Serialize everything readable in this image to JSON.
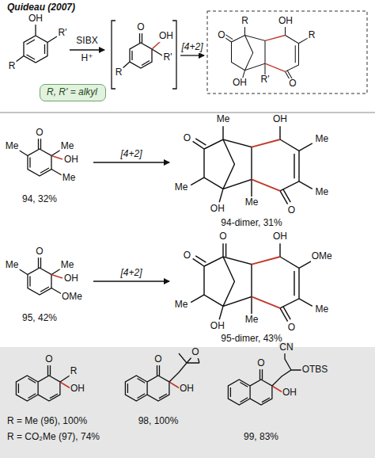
{
  "diagram": {
    "title": "Quideau (2007)",
    "nodes": [
      {
        "text": [
          "R, R' = alkyl"
        ]
      }
    ],
    "labels": [
      "OH",
      "R'",
      "R",
      "SIBX",
      "H⁺",
      "O",
      "OH",
      "R'",
      "R",
      "[4+2]",
      "O",
      "R",
      "OH",
      "R",
      "R'",
      "OH",
      "O",
      "[4+2]",
      "O",
      "Me",
      "Me",
      "OH",
      "Me",
      "94, 32%",
      "O",
      "Me",
      "OH",
      "Me",
      "Me",
      "Me",
      "Me",
      "OH",
      "O",
      "94-dimer, 31%",
      "[4+2]",
      "O",
      "Me",
      "Me",
      "OH",
      "OMe",
      "95, 42%",
      "O",
      "O",
      "OH",
      "OMe",
      "Me",
      "Me",
      "Me",
      "OH",
      "O",
      "95-dimer, 43%",
      "O",
      "R",
      "OH",
      "R = Me (96), 100%",
      "R = CO₂Me (97), 74%",
      "O",
      "O",
      "OH",
      "98, 100%",
      "O",
      "CN",
      "OTBS",
      "OH",
      "99, 83%"
    ]
  }
}
